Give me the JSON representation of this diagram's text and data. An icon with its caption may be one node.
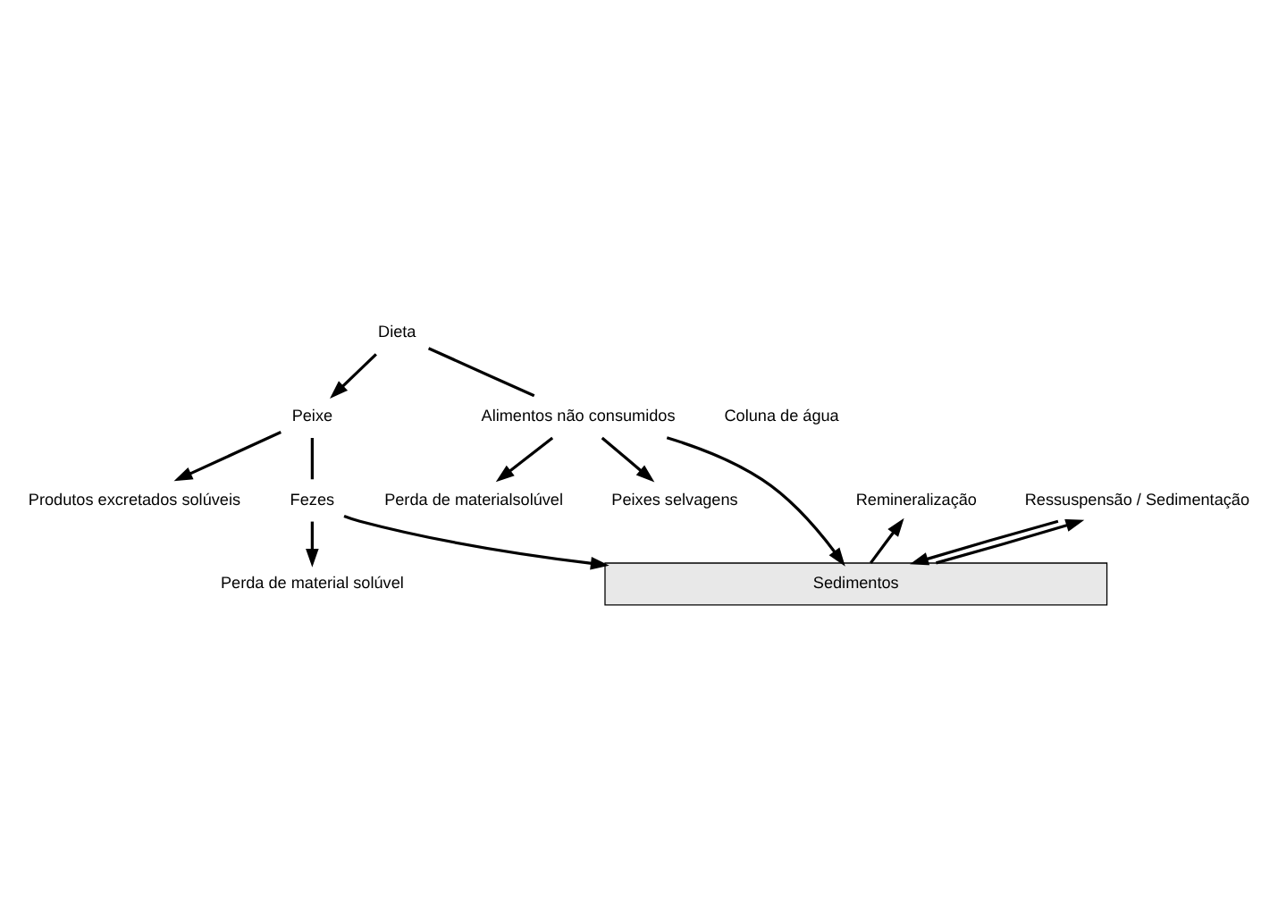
{
  "diagram": {
    "nodes": [
      {
        "text": [
          "Dieta"
        ]
      },
      {
        "text": [
          "Peixe"
        ]
      },
      {
        "text": [
          "Alimentos não consumidos"
        ]
      },
      {
        "text": [
          "Produtos excretados solúveis"
        ]
      },
      {
        "text": [
          "Fezes"
        ]
      },
      {
        "text": [
          "Perda de materialsolúvel"
        ]
      },
      {
        "text": [
          "Perda de material solúvel"
        ]
      },
      {
        "text": [
          "Remineralização"
        ]
      },
      {
        "text": [
          "Peixes selvagens"
        ]
      },
      {
        "text": [
          "Ressuspensão / Sedimentação"
        ]
      },
      {
        "text": [
          "Sedimentos"
        ]
      }
    ],
    "edges": [
      {
        "from": 0,
        "to": 1,
        "arrow": "to"
      },
      {
        "from": 0,
        "to": 2,
        "arrow": "none"
      },
      {
        "from": 1,
        "to": 3,
        "arrow": "to"
      },
      {
        "from": 1,
        "to": 4,
        "arrow": "none"
      },
      {
        "from": 2,
        "to": 5,
        "arrow": "to"
      },
      {
        "from": 4,
        "to": 6,
        "arrow": "to"
      },
      {
        "from": 2,
        "to": 8,
        "arrow": "to"
      },
      {
        "from": 2,
        "to": 10,
        "arrow": "to"
      },
      {
        "from": 4,
        "to": 10,
        "arrow": "to"
      },
      {
        "from": 10,
        "to": 9,
        "arrow": "to"
      },
      {
        "from": 9,
        "to": 10,
        "arrow": "to"
      },
      {
        "from": 10,
        "to": 7,
        "arrow": "to"
      }
    ],
    "labels": [
      "Coluna de água"
    ]
  }
}
